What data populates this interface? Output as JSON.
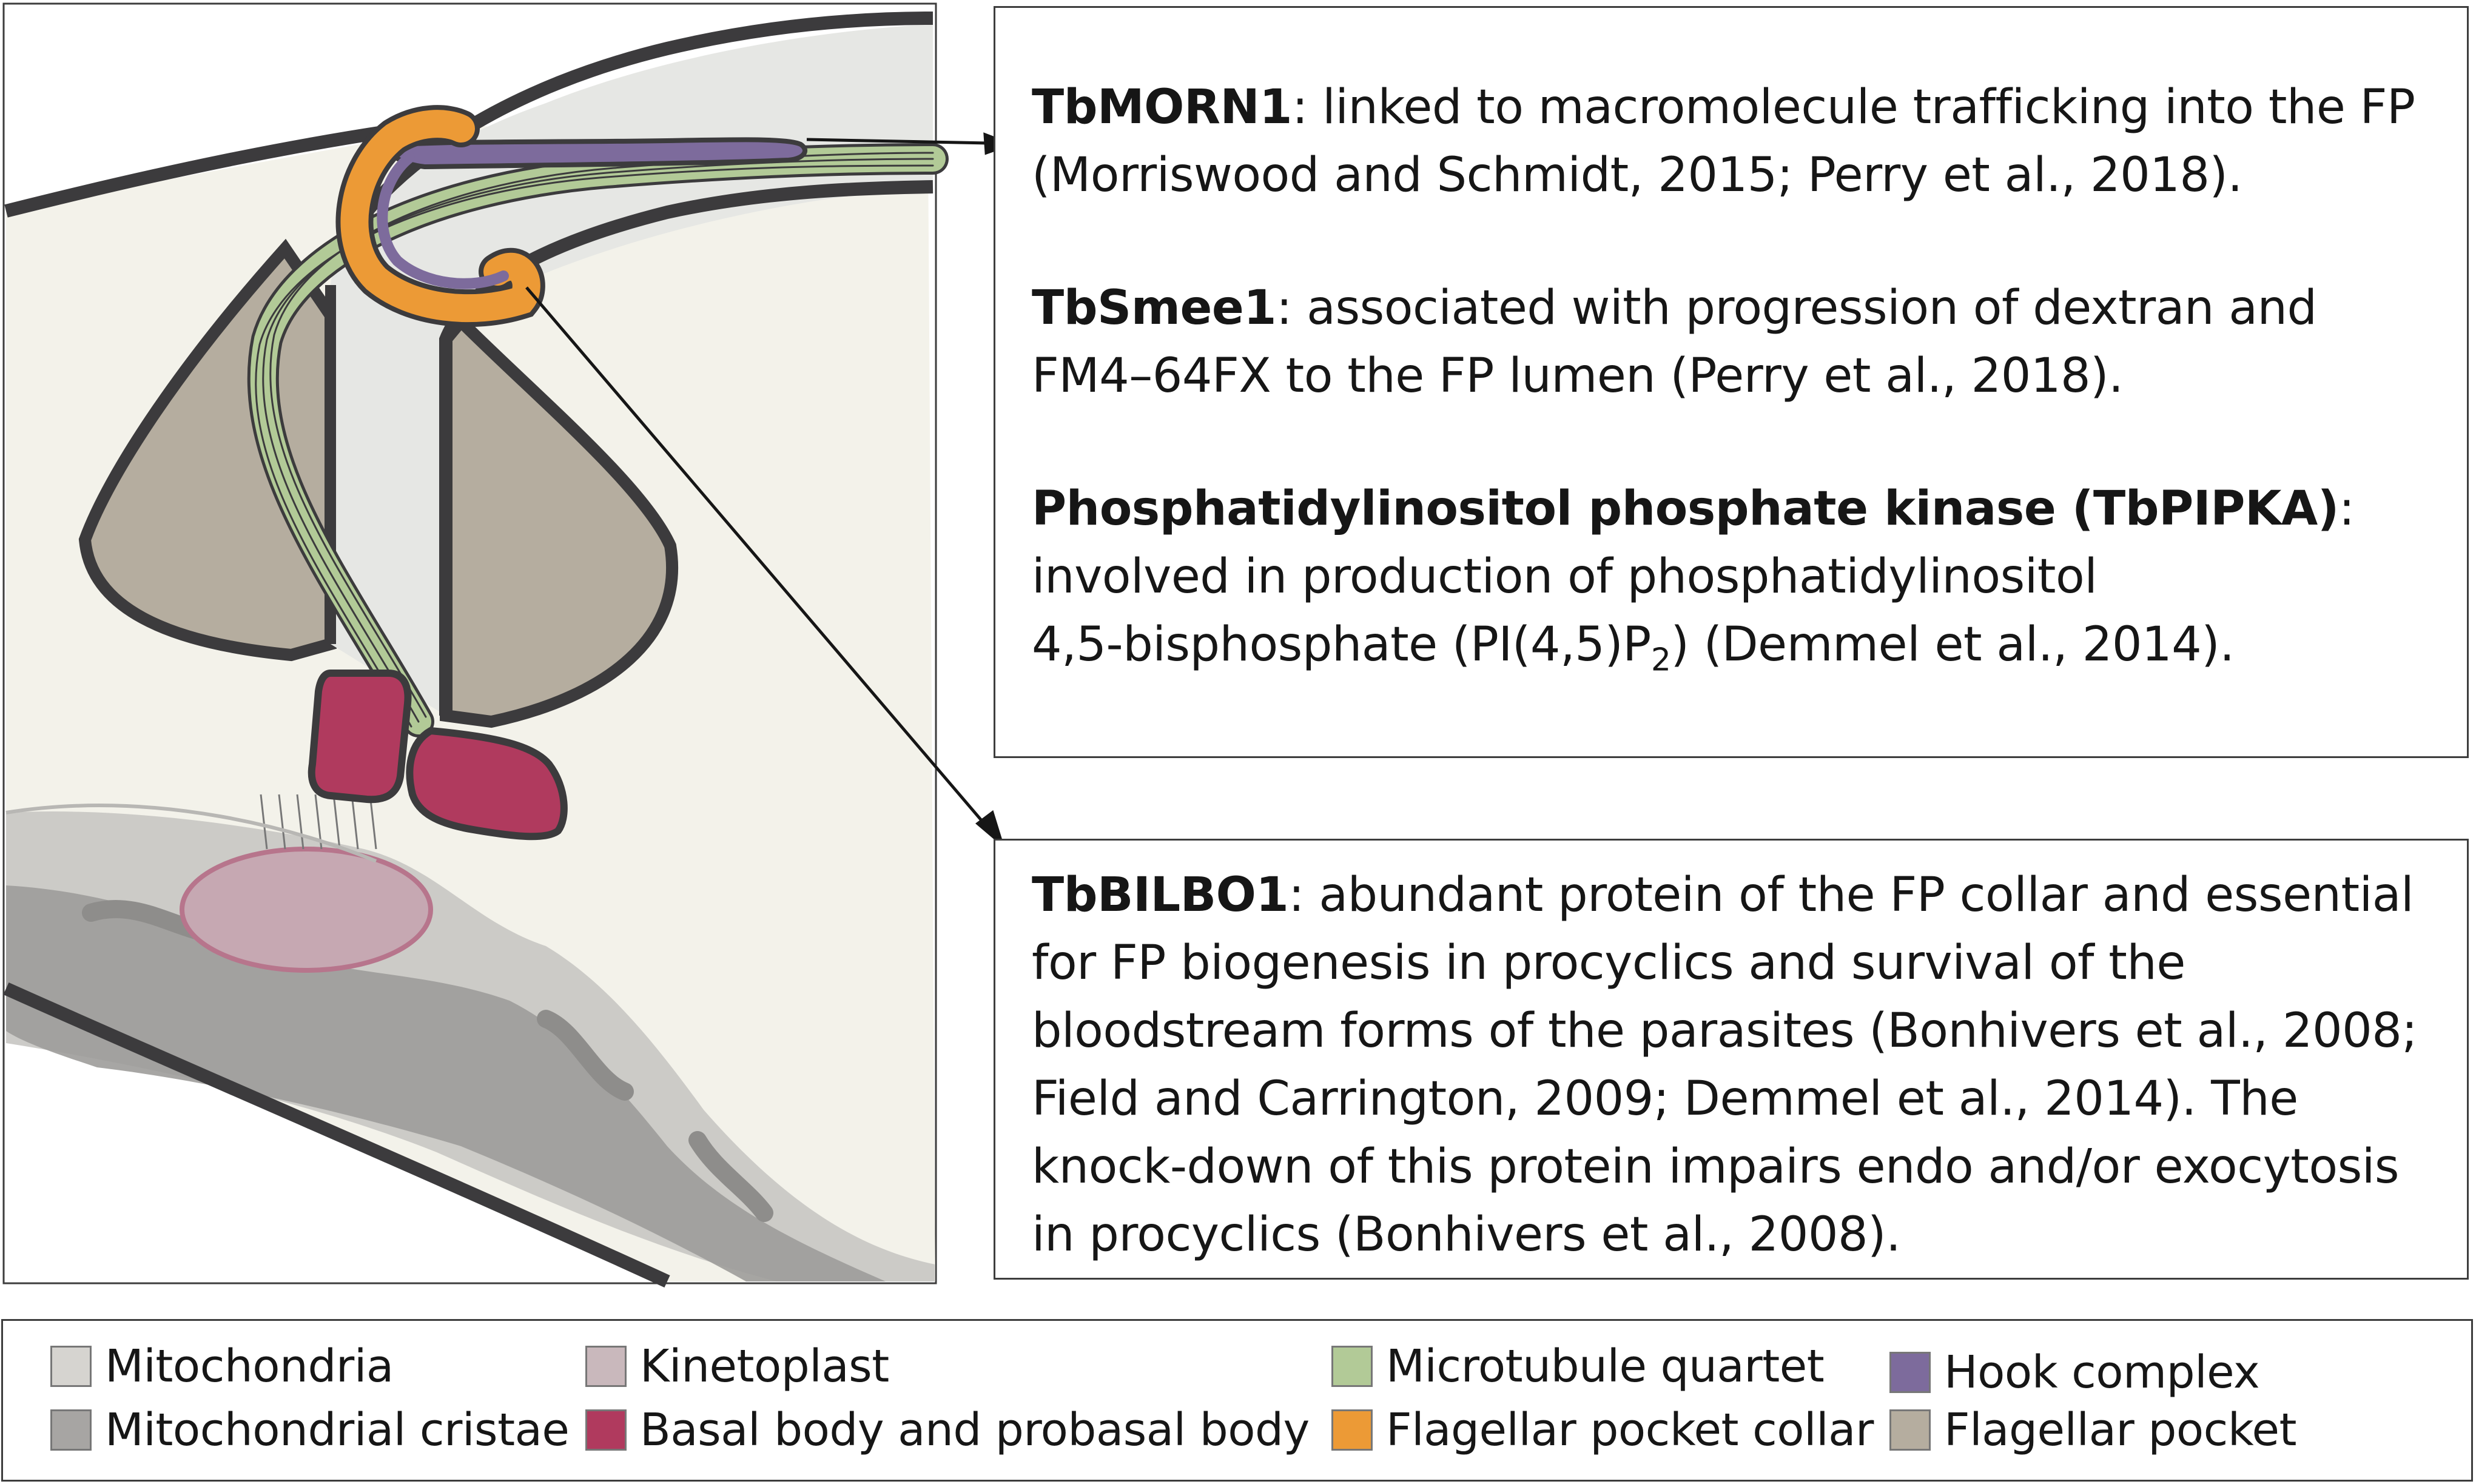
{
  "entries_top": [
    {
      "name": "TbMORN1",
      "detail": ": linked to macromolecule trafficking into the FP\n(Morriswood and Schmidt, 2015; Perry et al., 2018)."
    },
    {
      "name": "TbSmee1",
      "detail": ":  associated with progression of dextran and\nFM4–64FX to the FP lumen (Perry et al., 2018)."
    },
    {
      "name": "Phosphatidylinositol phosphate kinase (TbPIPKA)",
      "detail": ":\ninvolved in production of phosphatidylinositol",
      "detail_line3_pre": "4,5-bisphosphate (PI(4,5)P",
      "detail_line3_sub": "2",
      "detail_line3_post": ") (Demmel et al., 2014)."
    }
  ],
  "entry_bottom": {
    "name": "TbBILBO1",
    "detail": ": abundant protein of the FP collar and essential\nfor FP biogenesis in procyclics and survival of the\nbloodstream forms of the parasites (Bonhivers et al., 2008;\nField and Carrington, 2009; Demmel et al., 2014). The\nknock-down of this protein impairs endo and/or exocytosis\nin procyclics  (Bonhivers et al., 2008)."
  },
  "legend": [
    {
      "label": "Mitochondria",
      "color": "#d6d4d0"
    },
    {
      "label": "Mitochondrial cristae",
      "color": "#a7a5a3"
    },
    {
      "label": "Kinetoplast",
      "color": "#c9b8bc"
    },
    {
      "label": "Basal body and probasal body",
      "color": "#b03a5e"
    },
    {
      "label": "Microtubule quartet",
      "color": "#b2ca97"
    },
    {
      "label": "Flagellar pocket collar",
      "color": "#ec9a36"
    },
    {
      "label": "Hook complex",
      "color": "#7d6b9c"
    },
    {
      "label": "Flagellar pocket",
      "color": "#b5ad9f"
    }
  ],
  "colors": {
    "cytoplasm": "#f3f2ea",
    "flagellum": "#e6e7e4",
    "outline": "#3c3b3d",
    "mitochondria": "#c6c5c3",
    "cristae": "#9d9c9a",
    "kinetoplast": "#c6a8b2",
    "basal_body": "#b03a5e",
    "microtubule": "#b2ca97",
    "collar": "#ec9a36",
    "hook": "#7d6b9c",
    "pocket": "#b5ad9f"
  }
}
